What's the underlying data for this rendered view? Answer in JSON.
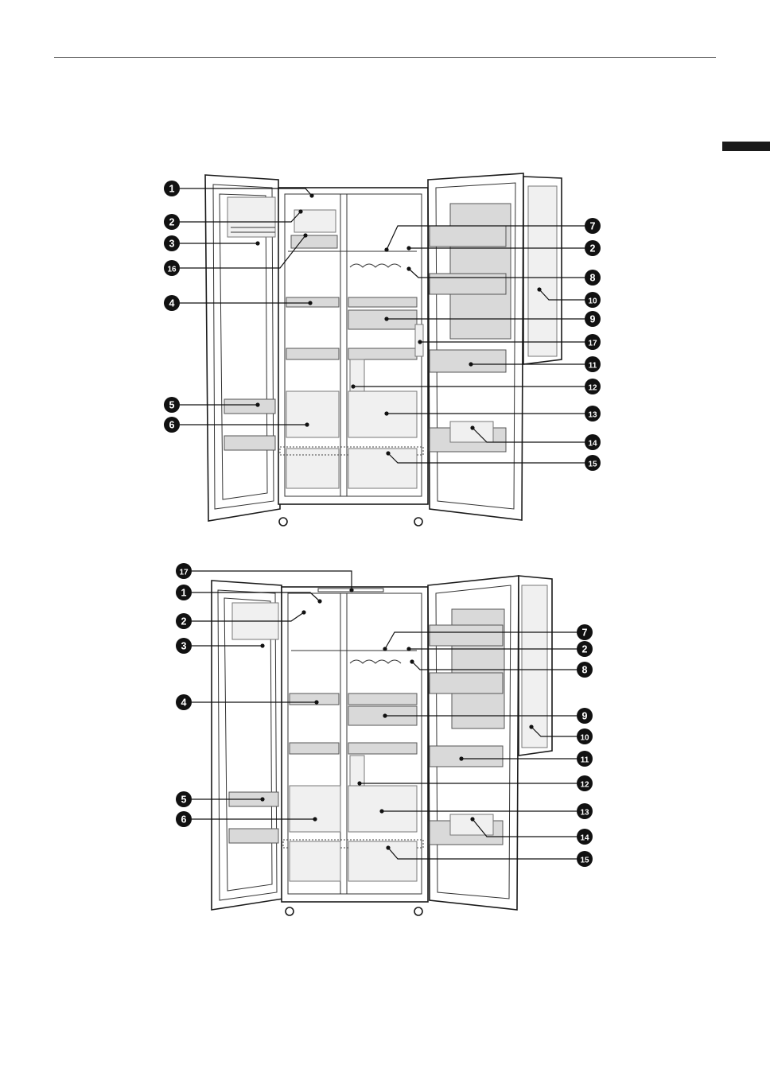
{
  "diagram": {
    "callouts": [
      "1",
      "2",
      "3",
      "4",
      "5",
      "6",
      "7",
      "8",
      "9",
      "10",
      "11",
      "12",
      "13",
      "14",
      "15",
      "16",
      "17"
    ],
    "colors": {
      "callout_fill": "#111111",
      "callout_text": "#ffffff",
      "line": "#111111",
      "tab_marker": "#1a1a1a"
    }
  },
  "figure_top": {
    "left_labels": [
      "1",
      "2",
      "3",
      "16",
      "4",
      "5",
      "6"
    ],
    "right_labels": [
      "7",
      "2",
      "8",
      "10",
      "9",
      "17",
      "11",
      "12",
      "13",
      "14",
      "15"
    ]
  },
  "figure_bottom": {
    "top_label": "17",
    "left_labels": [
      "1",
      "2",
      "3",
      "4",
      "5",
      "6"
    ],
    "right_labels": [
      "7",
      "2",
      "8",
      "9",
      "10",
      "11",
      "12",
      "13",
      "14",
      "15"
    ]
  }
}
